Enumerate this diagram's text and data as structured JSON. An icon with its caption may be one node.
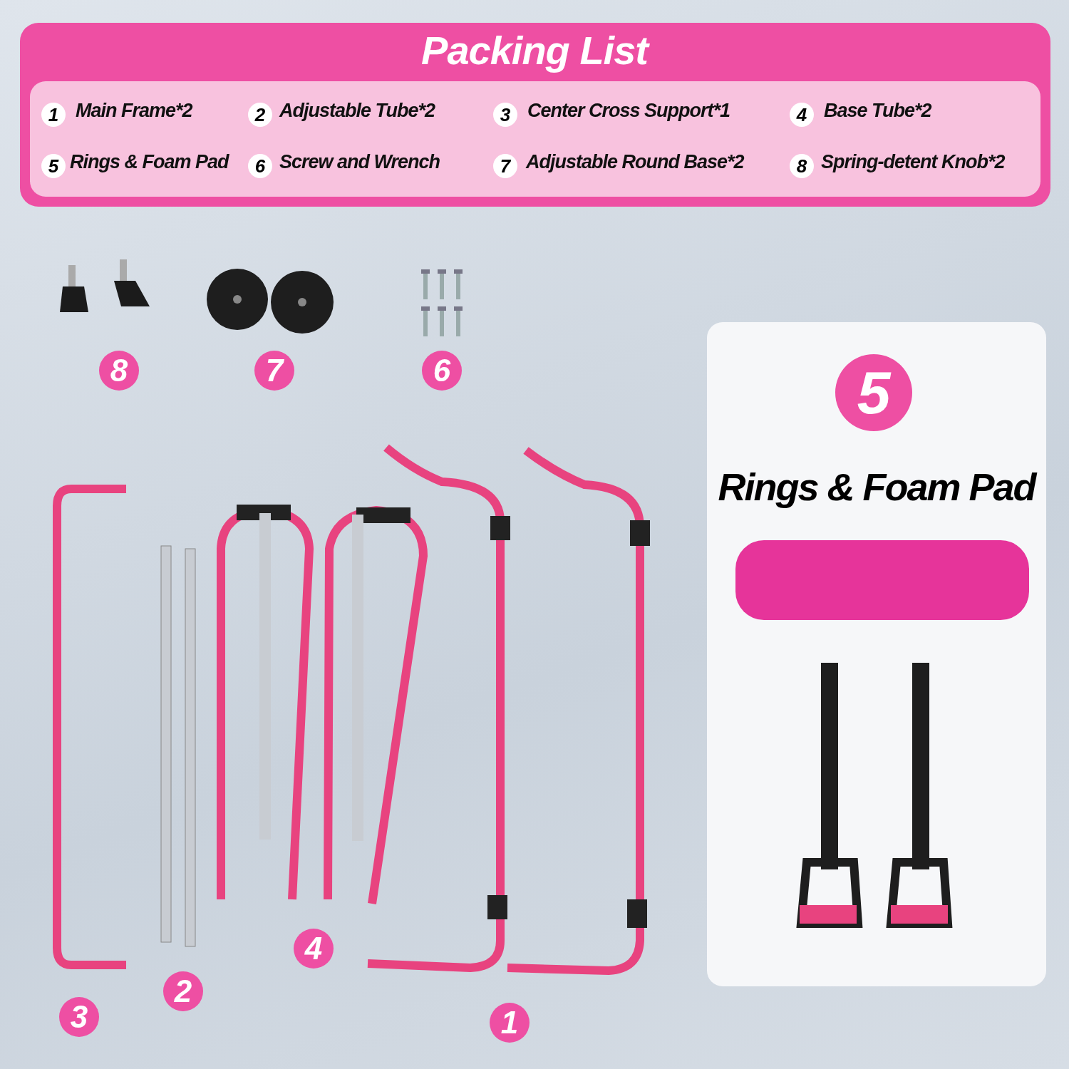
{
  "diagram": {
    "title": "Packing List",
    "nodes": [
      {
        "text": [
          "5",
          "Rings & Foam Pad"
        ]
      }
    ],
    "labels": [
      "1",
      "Main Frame*2",
      "2",
      "Adjustable Tube*2",
      "3",
      "Center Cross Support*1",
      "4",
      "Base Tube*2",
      "5",
      "Rings & Foam Pad",
      "6",
      "Screw and Wrench",
      "7",
      "Adjustable Round Base*2",
      "8",
      "Spring-detent Knob*2",
      "8",
      "7",
      "6",
      "4",
      "2",
      "3",
      "1"
    ]
  }
}
